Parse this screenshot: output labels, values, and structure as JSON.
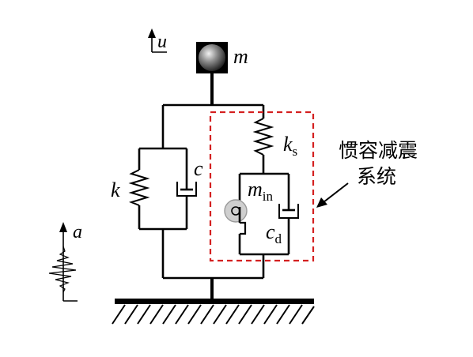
{
  "diagram": {
    "labels": {
      "displacement": "u",
      "mass": "m",
      "stiffness": "k",
      "damping": "c",
      "inerter_stiffness_base": "k",
      "inerter_stiffness_sub": "s",
      "inerter_mass_base": "m",
      "inerter_mass_sub": "in",
      "inerter_damping_base": "c",
      "inerter_damping_sub": "d",
      "acceleration": "a",
      "system_name_line1": "惯容减震",
      "system_name_line2": "系统"
    },
    "colors": {
      "line": "#000000",
      "dashed_box": "#d42020",
      "mass_ball": "#555555",
      "inerter_disc": "#cfcfcf"
    }
  }
}
